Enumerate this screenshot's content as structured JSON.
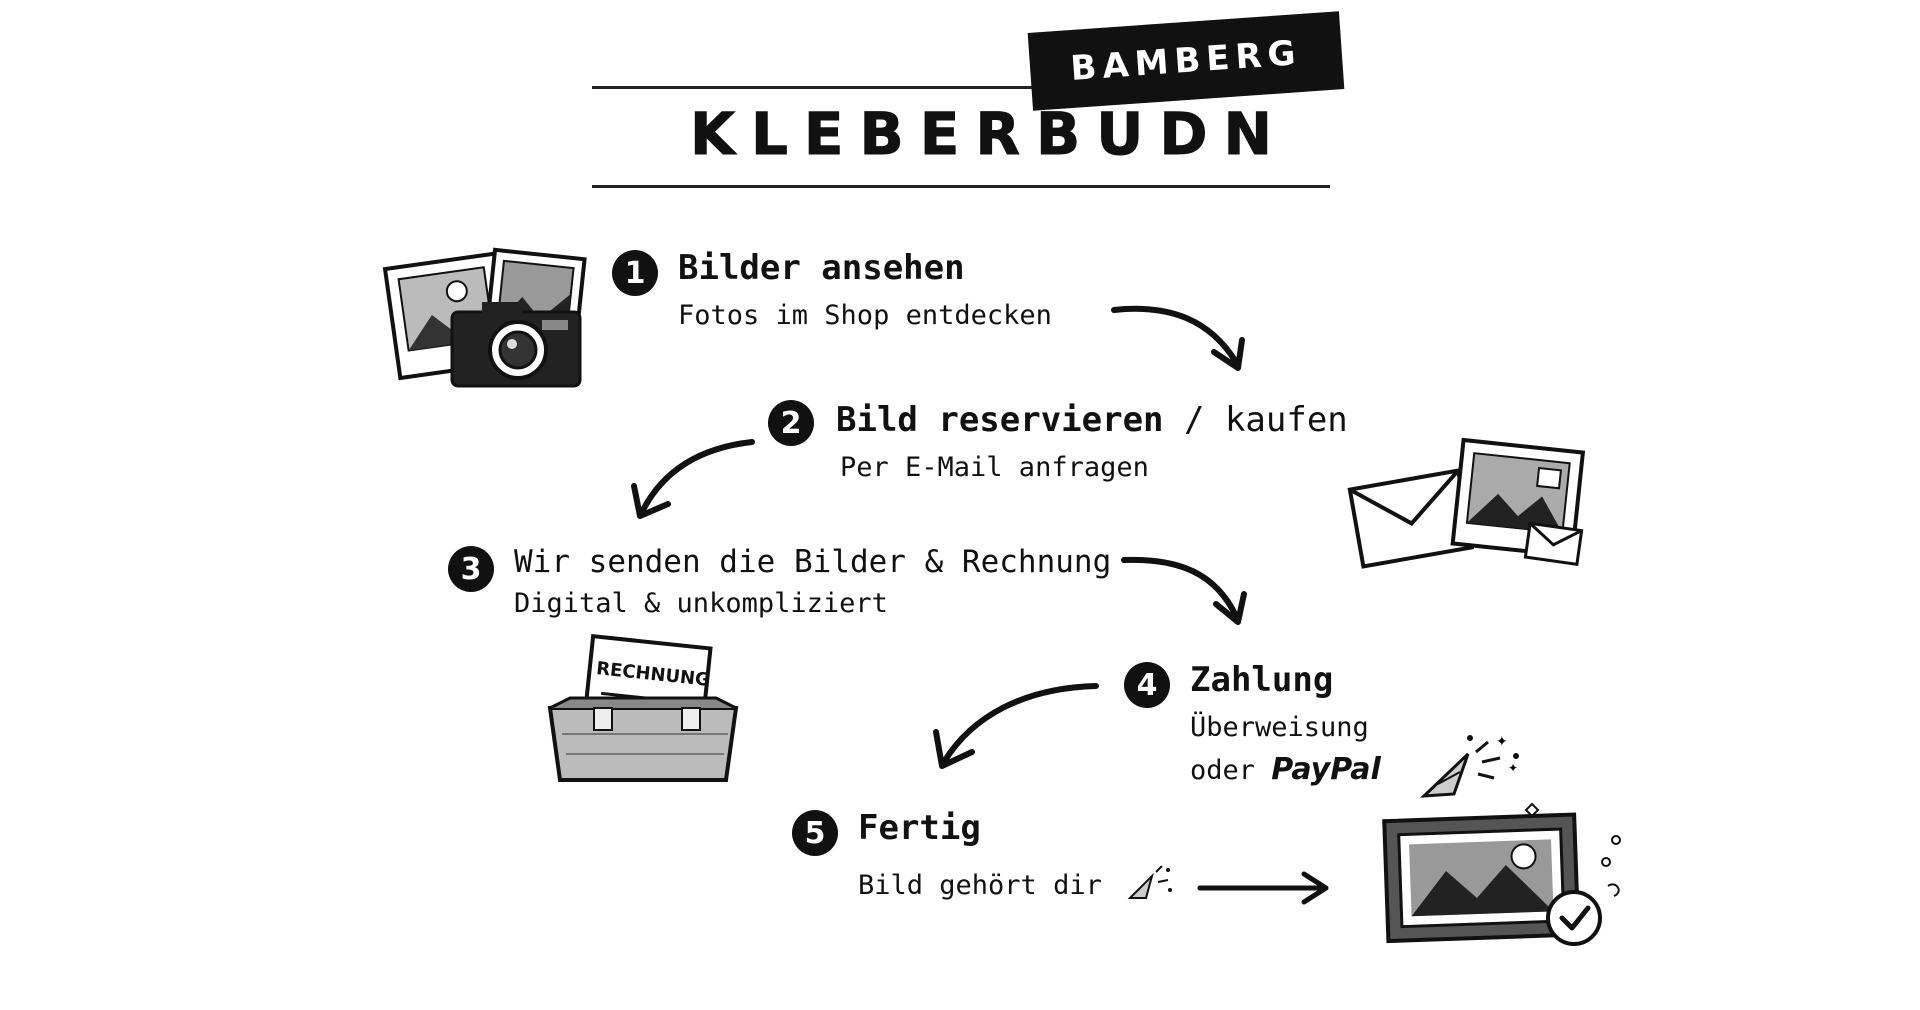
{
  "header": {
    "badge": "BAMBERG",
    "title": "KLEBERBUDN"
  },
  "steps": [
    {
      "number": "1",
      "title": "Bilder ansehen",
      "subtitle": "Fotos im Shop entdecken"
    },
    {
      "number": "2",
      "title": "Bild reservieren",
      "title_extra": "/ kaufen",
      "subtitle": "Per E-Mail anfragen"
    },
    {
      "number": "3",
      "title": "Wir senden die Bilder & Rechnung",
      "subtitle": "Digital & unkompliziert"
    },
    {
      "number": "4",
      "title": "Zahlung",
      "subtitle": "Überweisung",
      "subtitle2_prefix": "oder",
      "subtitle2_brand": "PayPal"
    },
    {
      "number": "5",
      "title": "Fertig",
      "subtitle": "Bild gehört dir"
    }
  ],
  "illustrations": {
    "invoice_label": "RECHNUNG",
    "icons": [
      "photos-camera-icon",
      "envelope-photo-icon",
      "invoice-box-icon",
      "party-popper-icon",
      "framed-picture-check-icon"
    ]
  }
}
